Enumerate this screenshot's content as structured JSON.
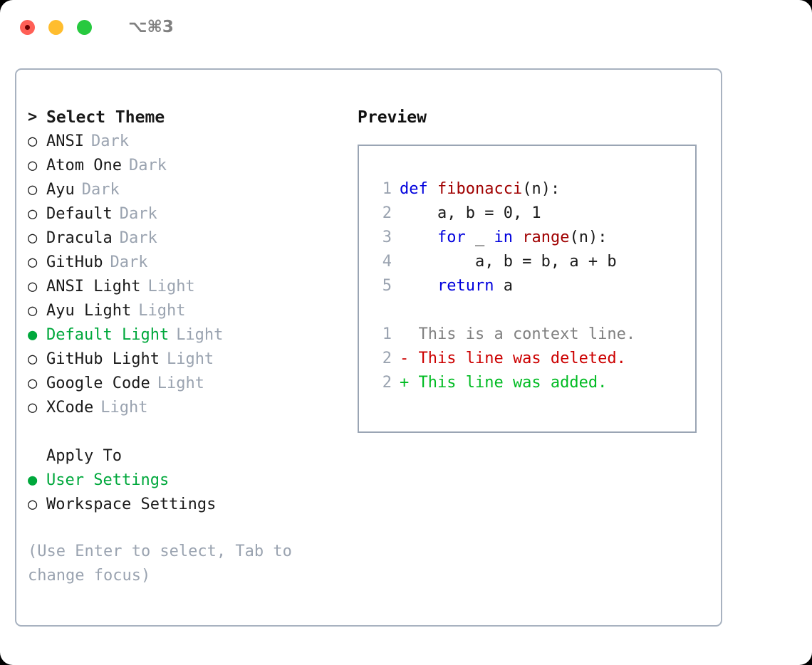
{
  "titlebar": {
    "shortcut": "⌥⌘3",
    "buttons": [
      {
        "name": "close",
        "color": "#ff5f56"
      },
      {
        "name": "minimize",
        "color": "#ffbd2e"
      },
      {
        "name": "maximize",
        "color": "#27c93f"
      }
    ]
  },
  "theme_picker": {
    "header_marker": ">",
    "header_label": "Select Theme",
    "items": [
      {
        "marker": "○",
        "name": "ANSI",
        "tag": "Dark",
        "selected": false
      },
      {
        "marker": "○",
        "name": "Atom One",
        "tag": "Dark",
        "selected": false
      },
      {
        "marker": "○",
        "name": "Ayu",
        "tag": "Dark",
        "selected": false
      },
      {
        "marker": "○",
        "name": "Default",
        "tag": "Dark",
        "selected": false
      },
      {
        "marker": "○",
        "name": "Dracula",
        "tag": "Dark",
        "selected": false
      },
      {
        "marker": "○",
        "name": "GitHub",
        "tag": "Dark",
        "selected": false
      },
      {
        "marker": "○",
        "name": "ANSI Light",
        "tag": "Light",
        "selected": false
      },
      {
        "marker": "○",
        "name": "Ayu Light",
        "tag": "Light",
        "selected": false
      },
      {
        "marker": "●",
        "name": "Default Light",
        "tag": "Light",
        "selected": true
      },
      {
        "marker": "○",
        "name": "GitHub Light",
        "tag": "Light",
        "selected": false
      },
      {
        "marker": "○",
        "name": "Google Code",
        "tag": "Light",
        "selected": false
      },
      {
        "marker": "○",
        "name": "XCode",
        "tag": "Light",
        "selected": false
      }
    ]
  },
  "apply_to": {
    "title": "Apply To",
    "items": [
      {
        "marker": "●",
        "name": "User Settings",
        "selected": true
      },
      {
        "marker": "○",
        "name": "Workspace Settings",
        "selected": false
      }
    ]
  },
  "hint": "(Use Enter to select, Tab to change focus)",
  "preview": {
    "title": "Preview",
    "code_lines": [
      {
        "no": "1",
        "segments": [
          {
            "t": "def ",
            "c": "kw"
          },
          {
            "t": "fibonacci",
            "c": "fn"
          },
          {
            "t": "(n):",
            "c": "code-text"
          }
        ]
      },
      {
        "no": "2",
        "segments": [
          {
            "t": "    a, b = 0, 1",
            "c": "code-text"
          }
        ]
      },
      {
        "no": "3",
        "segments": [
          {
            "t": "    ",
            "c": "code-text"
          },
          {
            "t": "for",
            "c": "kw"
          },
          {
            "t": " _ ",
            "c": "code-text"
          },
          {
            "t": "in",
            "c": "kw"
          },
          {
            "t": " ",
            "c": "code-text"
          },
          {
            "t": "range",
            "c": "fn"
          },
          {
            "t": "(n):",
            "c": "code-text"
          }
        ]
      },
      {
        "no": "4",
        "segments": [
          {
            "t": "        a, b = b, a + b",
            "c": "code-text"
          }
        ]
      },
      {
        "no": "5",
        "segments": [
          {
            "t": "    ",
            "c": "code-text"
          },
          {
            "t": "return",
            "c": "kw"
          },
          {
            "t": " a",
            "c": "code-text"
          }
        ]
      }
    ],
    "diff_lines": [
      {
        "no": "1",
        "text": "  This is a context line.",
        "kind": "d-ctx"
      },
      {
        "no": "2",
        "text": "- This line was deleted.",
        "kind": "d-del"
      },
      {
        "no": "2",
        "text": "+ This line was added.",
        "kind": "d-add"
      }
    ]
  },
  "colors": {
    "accent_green": "#00a83c",
    "muted": "#9aa3b0",
    "keyword_blue": "#0000dd",
    "function_red": "#a00000",
    "diff_added": "#00bb22",
    "diff_deleted": "#cc0000",
    "border": "#a8b2c0"
  }
}
